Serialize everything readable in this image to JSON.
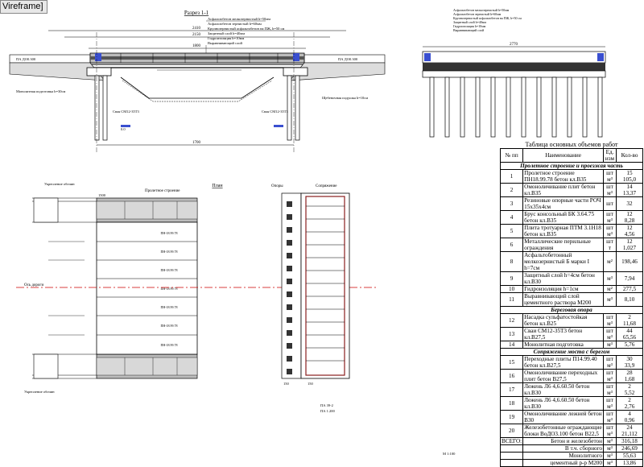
{
  "window": {
    "tab_label": "Vireframe]"
  },
  "section_title": "Разрез 1-1",
  "section_notes": [
    "Асфальтобетон мелкозернистый h=50мм",
    "Асфальтобетон зернистый h=60мм",
    "Крупнозернистый асфальтобетон на ПЖ, h=50 см",
    "Защитный слой h=40мм",
    "Гидроизоляция h=10мм",
    "Выравнивающий слой"
  ],
  "dimensions": {
    "total": "2410",
    "inner": "2150",
    "span": "1800",
    "pile_base": "1700",
    "right_width": "2770"
  },
  "section_labels": {
    "abutment_left": "ПА ДО0.300",
    "abutment_right": "ПА ДО0.300",
    "pile_left": "Свая СМ12-35Т3",
    "pile_right": "Свая СМ12-35Т3",
    "fill_note": "Монолитная подготовка h=30см",
    "gravel_note": "Щебеночная подушка h=10см",
    "elev_mark": "0.0"
  },
  "plan": {
    "title": "План",
    "span_label": "Пролетное строение",
    "supports_label": "Опоры",
    "joints_label": "Сопряжение",
    "axis_label": "Ось дороги",
    "beam_label": "ПН-18.99.78",
    "beam_count": 7,
    "slab_top": "Укрепление обочин",
    "slab_bottom": "Укрепление обочин",
    "left_dim": "1500",
    "support_dims": [
      "150",
      "150"
    ],
    "bottom_code": "ПА 39-2",
    "bottom_code2": "ПА 1.200"
  },
  "table": {
    "title": "Таблица основных объемов работ",
    "headers": [
      "№ пп",
      "Наименование",
      "Ед. изм",
      "Кол-во"
    ],
    "sections": [
      {
        "title": "Пролетное строение и проезжая часть",
        "rows": [
          {
            "n": "1",
            "name": "Пролетное строение ПН18.99.78 бетон кл.В35",
            "unit": "шт\nм³",
            "qty": "15\n105,0"
          },
          {
            "n": "2",
            "name": "Омоноличивание плит бетон кл.В35",
            "unit": "шт\nм³",
            "qty": "14\n13,37"
          },
          {
            "n": "3",
            "name": "Резиновые опорные части РОЧ 15х35х4см",
            "unit": "шт",
            "qty": "32"
          },
          {
            "n": "4",
            "name": "Брус консольный БК 3.64.75 бетон кл.В35",
            "unit": "шт\nм³",
            "qty": "12\n8,28"
          },
          {
            "n": "5",
            "name": "Плита тротуарная ПТМ 3.1Н18 бетон кл.В35",
            "unit": "шт\nм³",
            "qty": "12\n4,56"
          },
          {
            "n": "6",
            "name": "Металлические перильные ограждения",
            "unit": "шт\nт",
            "qty": "12\n1,027"
          },
          {
            "n": "8",
            "name": "Асфальтобетонный мелкозернистый Б марки I h=7см",
            "unit": "м²",
            "qty": "198,46"
          },
          {
            "n": "9",
            "name": "Защитный слой h=4см бетон кл.В30",
            "unit": "м³",
            "qty": "7,94"
          },
          {
            "n": "10",
            "name": "Гидроизоляция h=1см",
            "unit": "м²",
            "qty": "277,5"
          },
          {
            "n": "11",
            "name": "Выравнивающий слой цементного раствора М200",
            "unit": "м³",
            "qty": "8,10"
          }
        ]
      },
      {
        "title": "Береговая опора",
        "rows": [
          {
            "n": "12",
            "name": "Насадка сульфатостойкая бетон кл.В25",
            "unit": "шт\nм³",
            "qty": "2\n11,68"
          },
          {
            "n": "13",
            "name": "Сваи СМ12-35Т3 бетон кл.В27,5",
            "unit": "шт\nм³",
            "qty": "44\n65,56"
          },
          {
            "n": "14",
            "name": "Монолитная подготовка",
            "unit": "м³",
            "qty": "5,76"
          }
        ]
      },
      {
        "title": "Сопряжение моста с берегом",
        "rows": [
          {
            "n": "15",
            "name": "Переходные плиты П14.99.40 бетон кл.В27,5",
            "unit": "шт\nм³",
            "qty": "30\n33,9"
          },
          {
            "n": "16",
            "name": "Омоноличивание переходных плит бетон В27,5",
            "unit": "шт\nм³",
            "qty": "28\n1,68"
          },
          {
            "n": "17",
            "name": "Лежень Л6 4,6.60.50 бетон кл.В30",
            "unit": "шт\nм³",
            "qty": "2\n5,52"
          },
          {
            "n": "18",
            "name": "Лежень Л6 4,6.60.50 бетон кл.В30",
            "unit": "шт\nм³",
            "qty": "2\n2,76"
          },
          {
            "n": "19",
            "name": "Омоноличивание лежней бетон В30",
            "unit": "шт\nм³",
            "qty": "4\n0,96"
          },
          {
            "n": "20",
            "name": "Железобетонные ограждающие блоки ВоДО3.100 бетон В22,5",
            "unit": "шт\nм³",
            "qty": "24\n21,112"
          }
        ]
      }
    ],
    "totals": [
      {
        "label": "ВСЕГО:",
        "name": "Бетон и железобетон",
        "unit": "м³",
        "qty": "316,18"
      },
      {
        "label": "",
        "name": "В т.ч. сборного",
        "unit": "м³",
        "qty": "246,69"
      },
      {
        "label": "",
        "name": "Монолитного",
        "unit": "м³",
        "qty": "55,63"
      },
      {
        "label": "",
        "name": "цементный р-р М200",
        "unit": "м³",
        "qty": "13,86"
      }
    ]
  },
  "footer": {
    "scale": "М 1:100"
  }
}
